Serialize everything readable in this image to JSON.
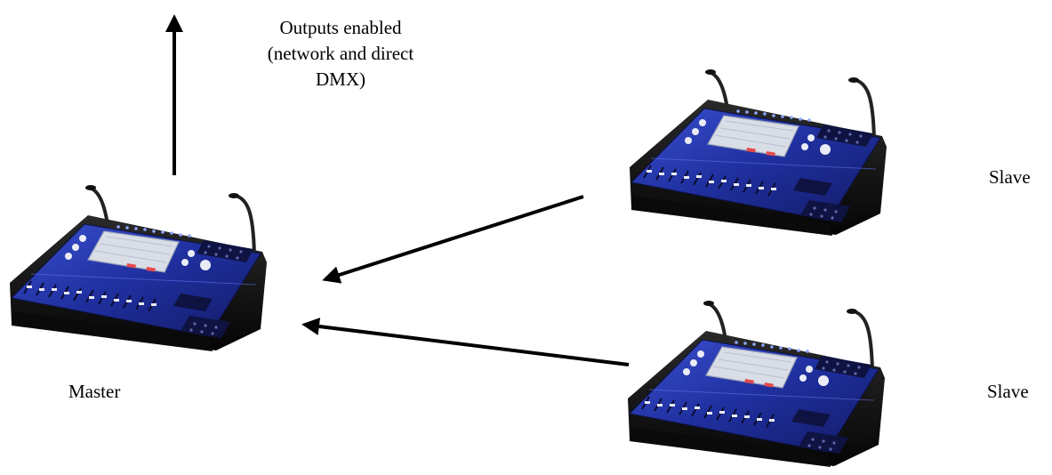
{
  "outputs_note": {
    "line1": "Outputs enabled",
    "line2": "(network and direct",
    "line3": "DMX)"
  },
  "consoles": {
    "master": {
      "label": "Master",
      "icon": "lighting-console-icon"
    },
    "slave_top": {
      "label": "Slave",
      "icon": "lighting-console-icon"
    },
    "slave_bottom": {
      "label": "Slave",
      "icon": "lighting-console-icon"
    }
  },
  "colors": {
    "arrow": "#000000",
    "console_panel": "#2233a8",
    "console_body": "#1a1a1a",
    "screen": "#d9dde6"
  }
}
